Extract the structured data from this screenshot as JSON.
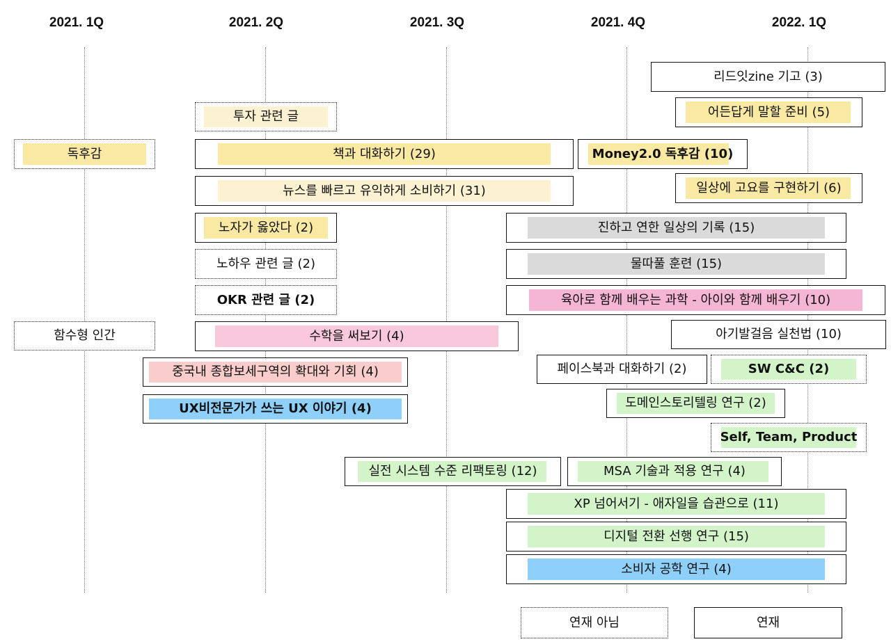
{
  "quarters": [
    "2021. 1Q",
    "2021. 2Q",
    "2021. 3Q",
    "2021. 4Q",
    "2022. 1Q"
  ],
  "colors": {
    "yellow": "#f9e9a2",
    "light_yellow": "#fcf2d2",
    "gray": "#dadada",
    "pink": "#f5b5d5",
    "light_pink": "#f9c8dc",
    "salmon": "#f9cdcb",
    "blue": "#8ed0f9",
    "green": "#d2f4c8"
  },
  "items": [
    {
      "label": "리드잇zine 기고 (3)",
      "border": "solid",
      "fill": null
    },
    {
      "label": "어든답게 말할 준비 (5)",
      "border": "solid",
      "fill": "yellow"
    },
    {
      "label": "투자 관련 글",
      "border": "dotted",
      "fill": "light_yellow"
    },
    {
      "label": "독후감",
      "border": "dotted",
      "fill": "yellow"
    },
    {
      "label": "책과 대화하기 (29)",
      "border": "solid",
      "fill": "yellow"
    },
    {
      "label": "Money2.0 독후감 (10)",
      "border": "solid",
      "fill": "yellow"
    },
    {
      "label": "뉴스를 빠르고 유익하게 소비하기 (31)",
      "border": "solid",
      "fill": "light_yellow"
    },
    {
      "label": "일상에 고요를 구현하기 (6)",
      "border": "solid",
      "fill": "yellow"
    },
    {
      "label": "노자가 옳았다 (2)",
      "border": "solid",
      "fill": "yellow"
    },
    {
      "label": "진하고 연한 일상의 기록 (15)",
      "border": "solid",
      "fill": "gray"
    },
    {
      "label": "노하우 관련 글 (2)",
      "border": "dotted",
      "fill": null
    },
    {
      "label": "물따풀 훈련 (15)",
      "border": "solid",
      "fill": "gray"
    },
    {
      "label": "OKR 관련 글 (2)",
      "border": "dotted",
      "fill": null
    },
    {
      "label": "육아로 함께 배우는 과학 - 아이와 함께 배우기 (10)",
      "border": "solid",
      "fill": "pink"
    },
    {
      "label": "함수형 인간",
      "border": "dotted",
      "fill": null
    },
    {
      "label": "수학을 써보기 (4)",
      "border": "solid",
      "fill": "light_pink"
    },
    {
      "label": "아기발걸음 실천법 (10)",
      "border": "solid",
      "fill": null
    },
    {
      "label": "중국내 종합보세구역의 확대와 기회 (4)",
      "border": "solid",
      "fill": "salmon"
    },
    {
      "label": "페이스북과 대화하기 (2)",
      "border": "solid",
      "fill": null
    },
    {
      "label": "SW C&C (2)",
      "border": "dotted",
      "fill": "green"
    },
    {
      "label": "UX비전문가가 쓰는 UX 이야기 (4)",
      "border": "solid",
      "fill": "blue"
    },
    {
      "label": "도메인스토리텔링 연구 (2)",
      "border": "solid",
      "fill": "green"
    },
    {
      "label": "Self, Team, Product",
      "border": "dotted",
      "fill": "green"
    },
    {
      "label": "실전 시스템 수준 리팩토링 (12)",
      "border": "solid",
      "fill": "green"
    },
    {
      "label": "MSA 기술과 적용 연구 (4)",
      "border": "solid",
      "fill": "green"
    },
    {
      "label": "XP 넘어서기 - 애자일을 습관으로 (11)",
      "border": "solid",
      "fill": "green"
    },
    {
      "label": "디지털 전환 선행 연구 (15)",
      "border": "solid",
      "fill": "green"
    },
    {
      "label": "소비자 공학 연구 (4)",
      "border": "solid",
      "fill": "blue"
    }
  ],
  "legend": [
    {
      "label": "연재 아님",
      "border": "dotted"
    },
    {
      "label": "연재",
      "border": "solid"
    }
  ]
}
